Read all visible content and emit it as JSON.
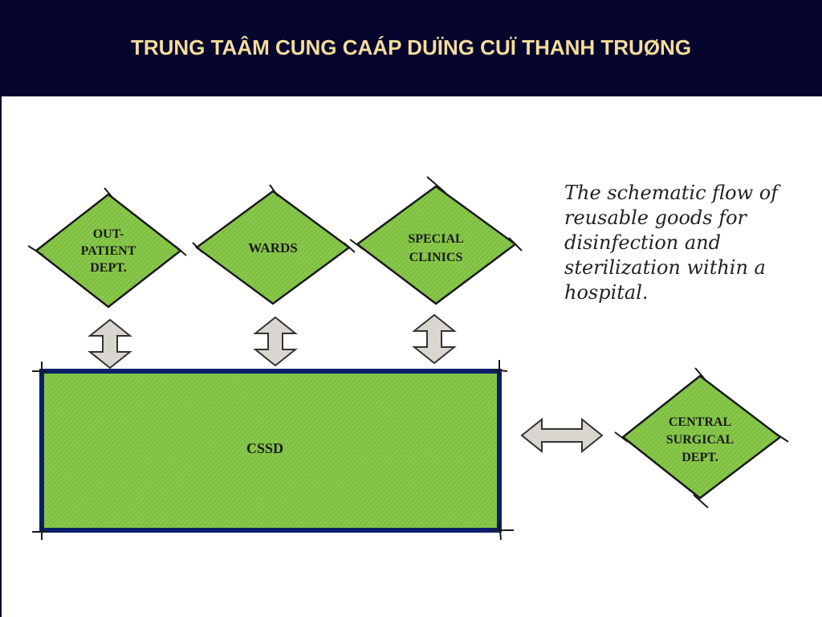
{
  "header": {
    "title": "TRUNG TAÂM CUNG CAÁP DUÏNG CUÏ THANH TRUØNG"
  },
  "caption": {
    "lines": [
      "The schematic flow of",
      "reusable goods for",
      "disinfection and",
      "sterilization within a",
      "hospital."
    ]
  },
  "nodes": {
    "outpatient": [
      "OUT-",
      "PATIENT",
      "DEPT."
    ],
    "wards": [
      "WARDS"
    ],
    "special_clinics": [
      "SPECIAL",
      "CLINICS"
    ],
    "cssd": [
      "CSSD"
    ],
    "central_surgical": [
      "CENTRAL",
      "SURGICAL",
      "DEPT."
    ]
  },
  "colors": {
    "header_bg": "#05052e",
    "title": "#f4dd9a",
    "node_fill": "#7fc043",
    "cssd_border": "#0b1f6b",
    "arrow_fill": "#d9d6d0"
  },
  "icons": {
    "bidirectional_arrow": "double-headed-arrow"
  }
}
